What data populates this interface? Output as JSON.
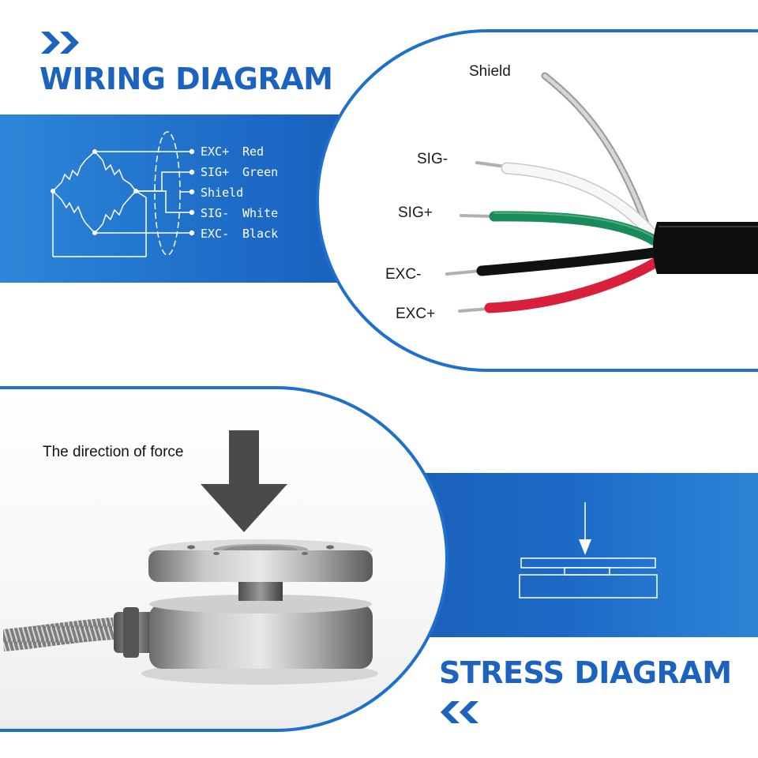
{
  "wiring": {
    "title": "WIRING DIAGRAM",
    "pins": [
      {
        "signal": "EXC+",
        "color": "Red"
      },
      {
        "signal": "SIG+",
        "color": "Green"
      },
      {
        "signal": "Shield",
        "color": ""
      },
      {
        "signal": "SIG-",
        "color": "White"
      },
      {
        "signal": "EXC-",
        "color": "Black"
      }
    ]
  },
  "cable": {
    "labels": [
      "Shield",
      "SIG-",
      "SIG+",
      "EXC-",
      "EXC+"
    ],
    "wire_colors": {
      "Shield": "#bdbdbd",
      "SIG-": "#f4f4f4",
      "SIG+": "#1a8a5a",
      "EXC-": "#111111",
      "EXC+": "#d8203c"
    }
  },
  "stress": {
    "title": "STRESS DIAGRAM",
    "force_label": "The direction of force"
  },
  "colors": {
    "accent": "#1f6fcc",
    "title": "#1c63c0",
    "band_light": "#2d86d8",
    "band_dark": "#1658b4"
  }
}
